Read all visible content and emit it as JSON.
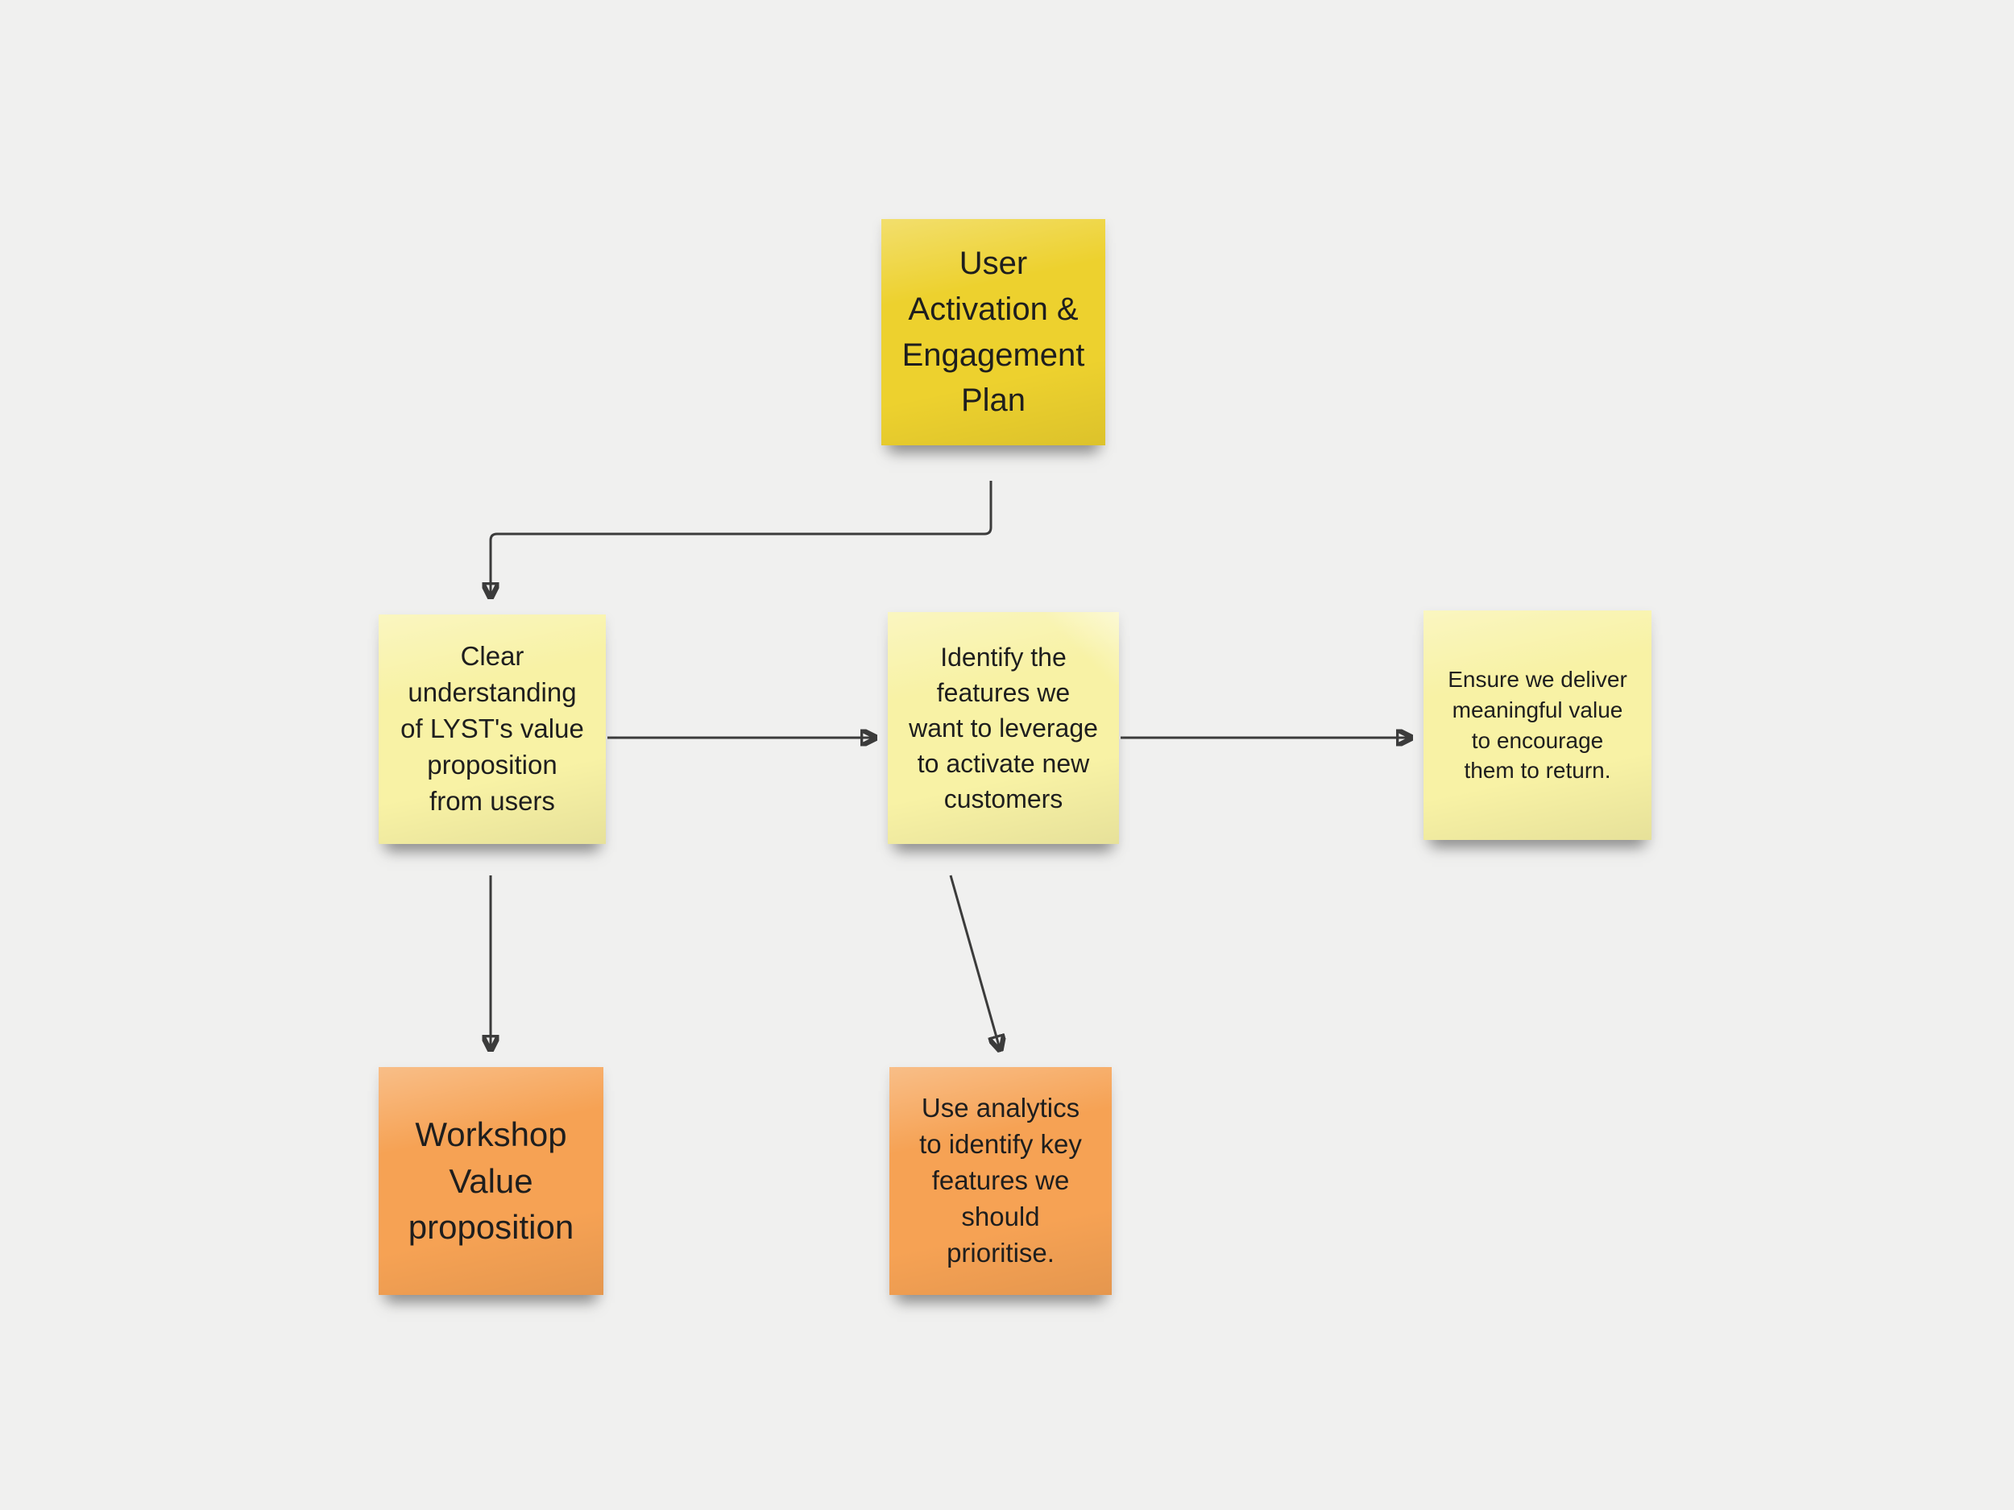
{
  "board": {
    "background": "#F0F0EF"
  },
  "colors": {
    "background": "#F0F0EF",
    "gold": "#EDD12E",
    "pale_yellow": "#F8F2A5",
    "orange": "#F6A254",
    "connector": "#3B3B3B",
    "text": "#1E1E1E"
  },
  "notes": {
    "plan": {
      "text": "User\nActivation &\nEngagement\nPlan",
      "color": "#EDD12E"
    },
    "value_understanding": {
      "text": "Clear\nunderstanding\nof LYST's value\nproposition\nfrom users",
      "color": "#F8F2A5"
    },
    "identify_features": {
      "text": "Identify the\nfeatures we\nwant to leverage\nto activate new\ncustomers",
      "color": "#F8F2A5"
    },
    "deliver_value": {
      "text": "Ensure we deliver\nmeaningful value\nto encourage\nthem to return.",
      "color": "#F8F2A5"
    },
    "workshop": {
      "text": "Workshop\nValue\nproposition",
      "color": "#F6A254"
    },
    "analytics": {
      "text": "Use analytics\nto identify key\nfeatures we\nshould\nprioritise.",
      "color": "#F6A254"
    }
  },
  "connectors": [
    {
      "from": "plan",
      "to": "value_understanding",
      "type": "elbow-arrow"
    },
    {
      "from": "value_understanding",
      "to": "identify_features",
      "type": "straight-arrow"
    },
    {
      "from": "identify_features",
      "to": "deliver_value",
      "type": "straight-arrow"
    },
    {
      "from": "value_understanding",
      "to": "workshop",
      "type": "straight-arrow"
    },
    {
      "from": "identify_features",
      "to": "analytics",
      "type": "straight-arrow"
    }
  ]
}
